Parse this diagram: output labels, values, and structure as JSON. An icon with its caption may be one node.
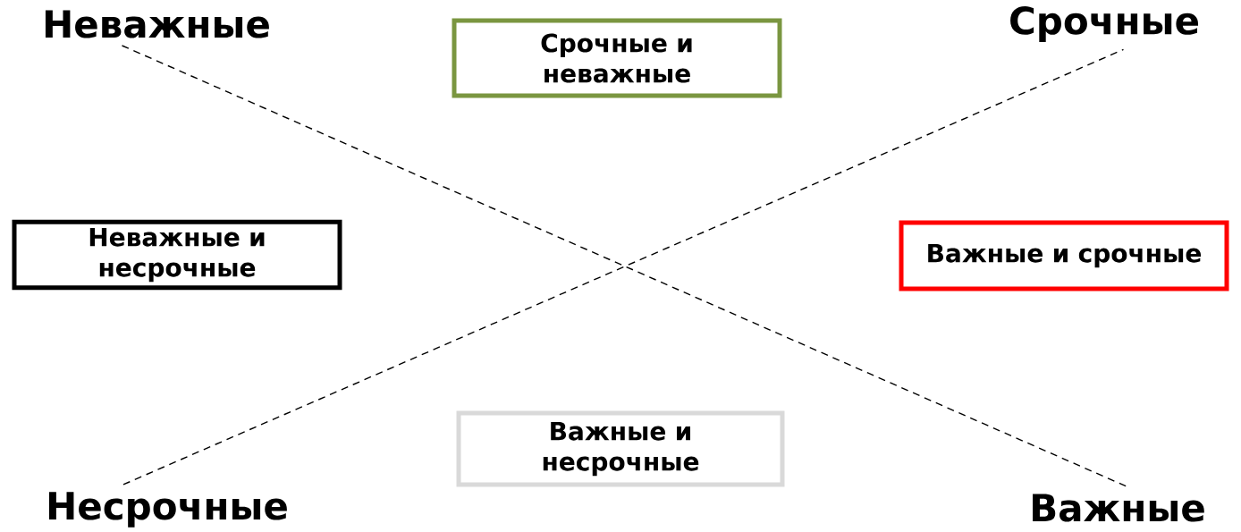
{
  "diagram": {
    "nodes": [
      {
        "text": [
          "Неважные"
        ]
      },
      {
        "text": [
          "Срочные и неважные"
        ]
      },
      {
        "text": [
          "Срочные"
        ]
      },
      {
        "text": [
          "Неважные и несрочные"
        ]
      },
      {
        "text": [
          "Важные и срочные"
        ]
      },
      {
        "text": [
          "Несрочные"
        ]
      },
      {
        "text": [
          "Важные и несрочные"
        ]
      },
      {
        "text": [
          "Важные"
        ]
      }
    ],
    "edges": [
      {
        "from": 0,
        "to": 7,
        "arrow": "none",
        "style": "dashed"
      },
      {
        "from": 5,
        "to": 2,
        "arrow": "none",
        "style": "dashed"
      }
    ]
  }
}
